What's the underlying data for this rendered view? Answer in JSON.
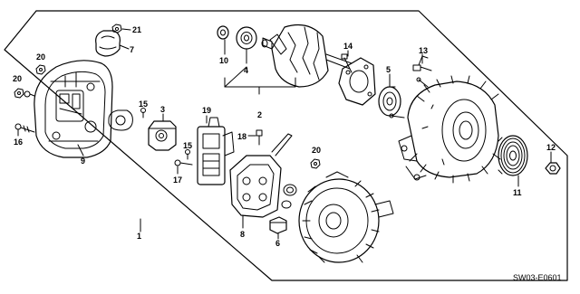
{
  "diagram": {
    "labels": {
      "n1": "1",
      "n2": "2",
      "n3": "3",
      "n4": "4",
      "n5": "5",
      "n6": "6",
      "n7": "7",
      "n8": "8",
      "n9": "9",
      "n10": "10",
      "n11": "11",
      "n12": "12",
      "n13": "13",
      "n14": "14",
      "n15a": "15",
      "n15b": "15",
      "n16": "16",
      "n17": "17",
      "n18": "18",
      "n19": "19",
      "n20a": "20",
      "n20b": "20",
      "n20c": "20",
      "n21": "21"
    },
    "diagram_code": "SW03-E0601"
  }
}
